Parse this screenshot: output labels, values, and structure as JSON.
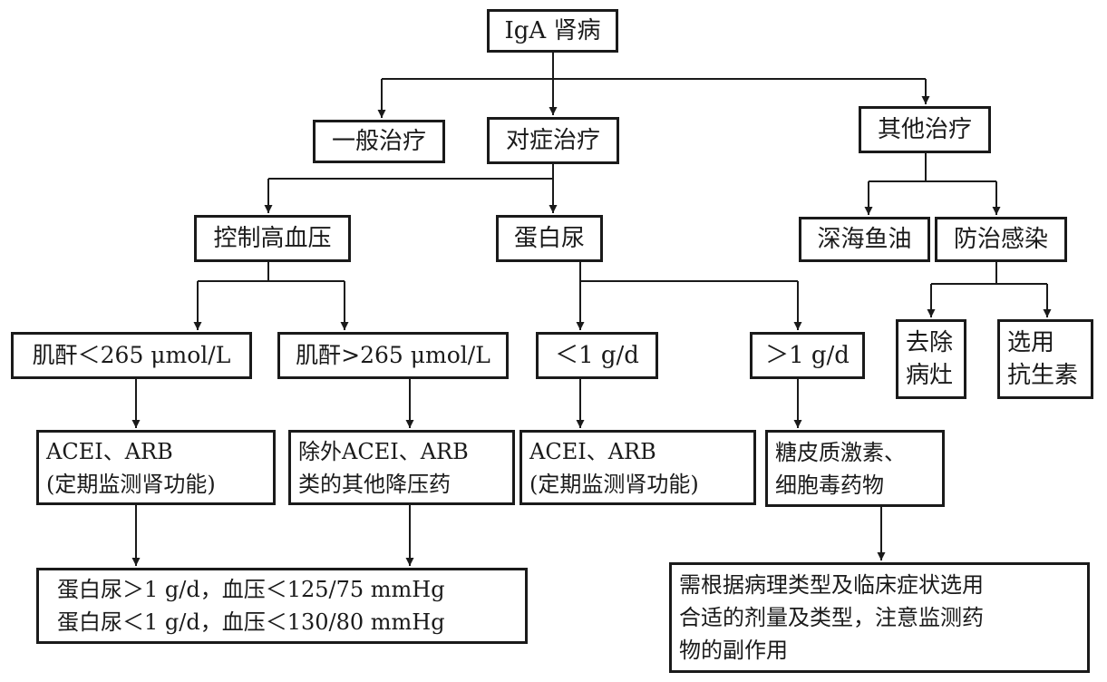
{
  "root": {
    "label": "IgA 肾病"
  },
  "general": {
    "label": "一般治疗"
  },
  "symptomatic": {
    "label": "对症治疗"
  },
  "other": {
    "label": "其他治疗"
  },
  "bp_control": {
    "label": "控制高血压"
  },
  "proteinuria": {
    "label": "蛋白尿"
  },
  "fish_oil": {
    "label": "深海鱼油"
  },
  "infection": {
    "label": "防治感染"
  },
  "remove_focus": {
    "lines": [
      "去除",
      "病灶"
    ]
  },
  "antibiotics": {
    "lines": [
      "选用",
      "抗生素"
    ]
  },
  "cr_low": {
    "label": "肌酐＜265 μmol/L"
  },
  "cr_high": {
    "label": "肌酐>265 μmol/L"
  },
  "prot_low": {
    "label": "＜1 g/d"
  },
  "prot_high": {
    "label": "＞1 g/d"
  },
  "acei_1": {
    "lines": [
      "ACEI、ARB",
      "(定期监测肾功能)"
    ]
  },
  "other_bp": {
    "lines": [
      "除外ACEI、ARB",
      "类的其他降压药"
    ]
  },
  "acei_2": {
    "lines": [
      "ACEI、ARB",
      "(定期监测肾功能)"
    ]
  },
  "steroids": {
    "lines": [
      "糖皮质激素、",
      "细胞毒药物"
    ]
  },
  "targets": {
    "lines": [
      "蛋白尿＞1 g/d，血压＜125/75 mmHg",
      "蛋白尿＜1 g/d，血压＜130/80 mmHg"
    ]
  },
  "note": {
    "lines": [
      "需根据病理类型及临床症状选用",
      "合适的剂量及类型，注意监测药",
      "物的副作用"
    ]
  }
}
